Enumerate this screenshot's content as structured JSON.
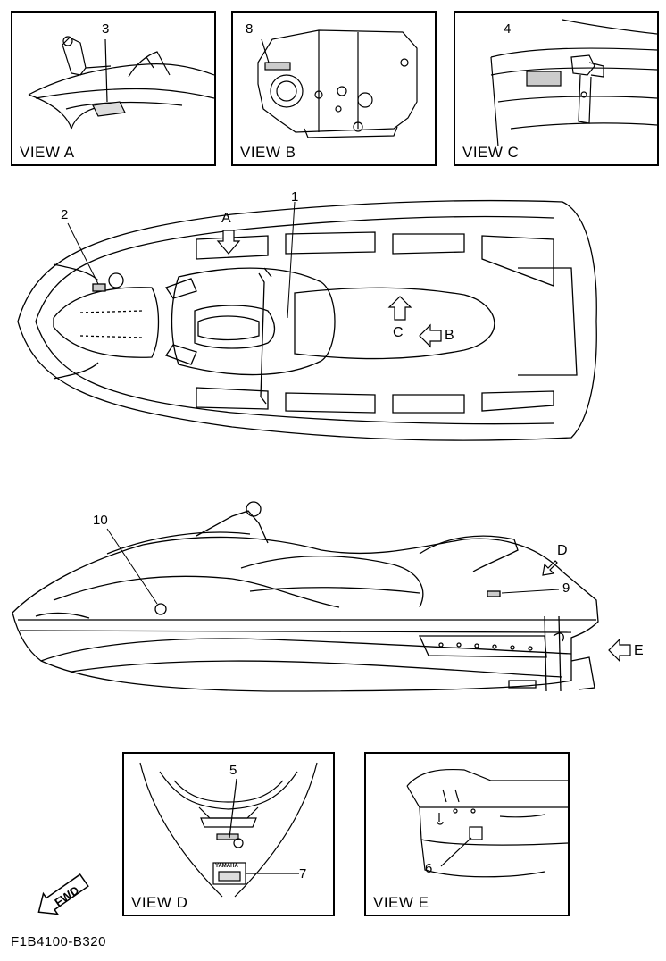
{
  "views": {
    "a": {
      "label": "VIEW A",
      "callout": "3"
    },
    "b": {
      "label": "VIEW B",
      "callout": "8"
    },
    "c": {
      "label": "VIEW C",
      "callout": "4"
    },
    "d": {
      "label": "VIEW D",
      "callouts": [
        "5",
        "7"
      ],
      "brand": "YAMAHA"
    },
    "e": {
      "label": "VIEW E",
      "callout": "6"
    }
  },
  "top_view": {
    "callouts": [
      "1",
      "2"
    ],
    "arrows": {
      "a": "A",
      "b": "B",
      "c": "C"
    }
  },
  "side_view": {
    "callouts": [
      "10",
      "9"
    ],
    "arrows": {
      "d": "D",
      "e": "E"
    }
  },
  "fwd_label": "FWD",
  "figure_id": "F1B4100-B320"
}
